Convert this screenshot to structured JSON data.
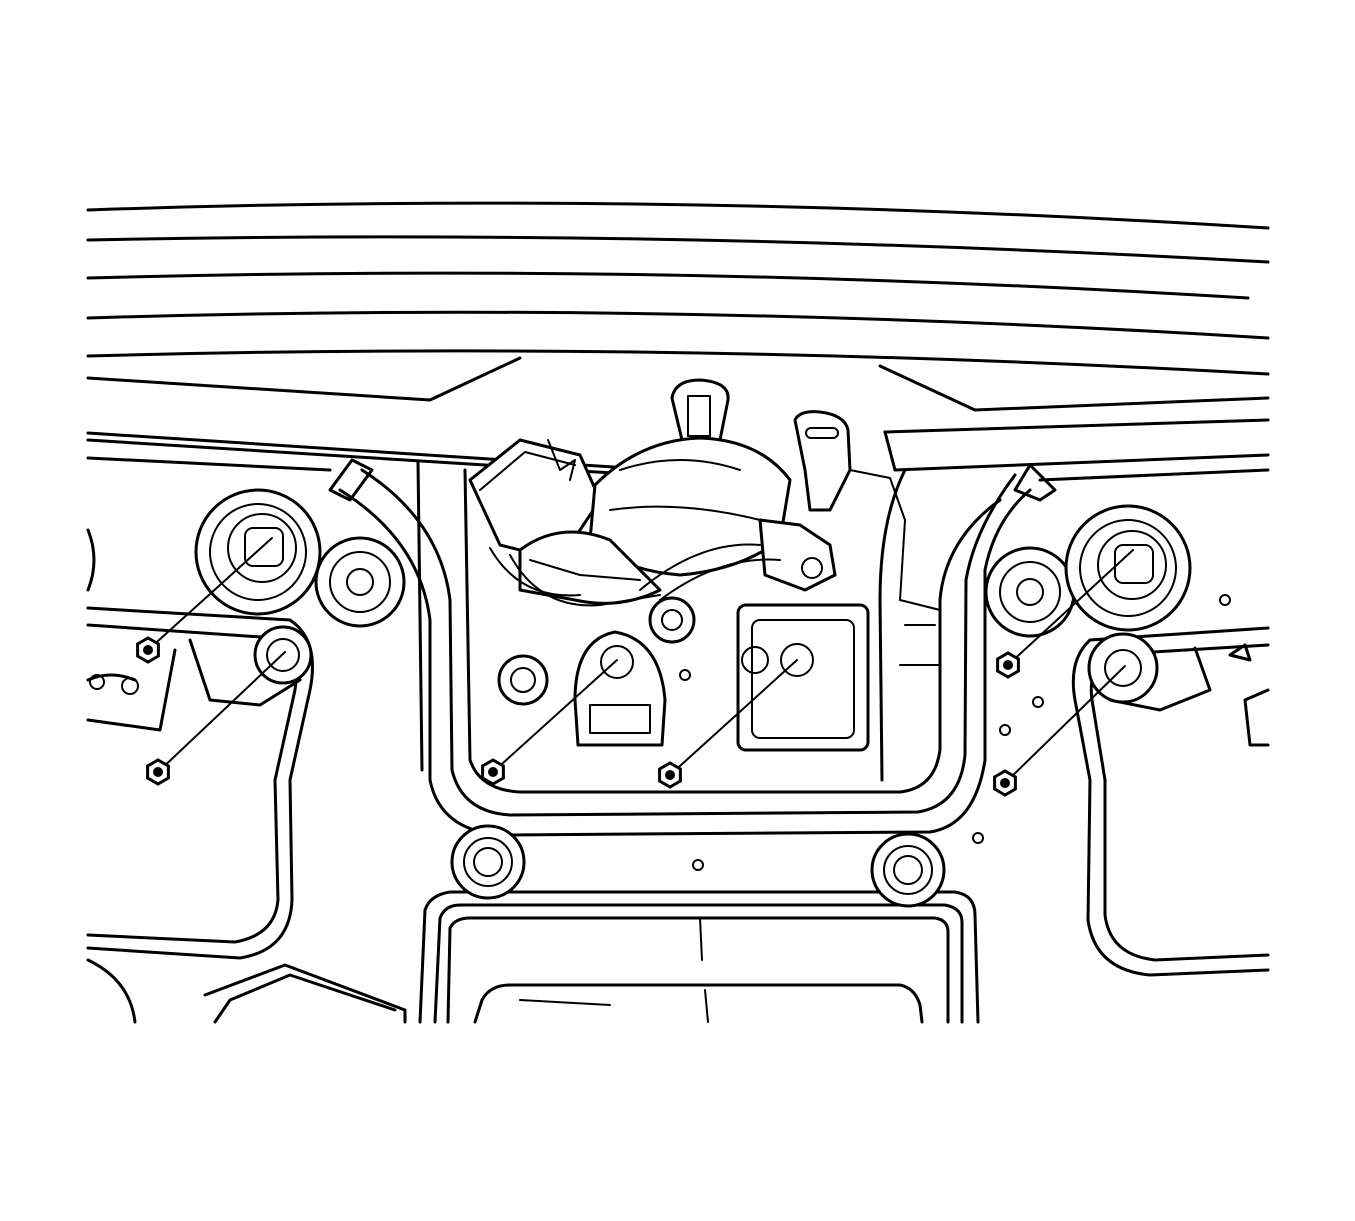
{
  "figure": {
    "subject": "rear-liftgate-inner-panel-with-wiper-motor",
    "colors": {
      "line": "#000000",
      "background": "#ffffff"
    },
    "fasteners": [
      {
        "id": "nut-1",
        "name": "fastener-nut-upper-left"
      },
      {
        "id": "nut-2",
        "name": "fastener-nut-lower-left"
      },
      {
        "id": "nut-3",
        "name": "fastener-nut-center-left"
      },
      {
        "id": "nut-4",
        "name": "fastener-nut-center-right"
      },
      {
        "id": "nut-5",
        "name": "fastener-nut-upper-right"
      },
      {
        "id": "nut-6",
        "name": "fastener-nut-lower-right"
      }
    ]
  }
}
